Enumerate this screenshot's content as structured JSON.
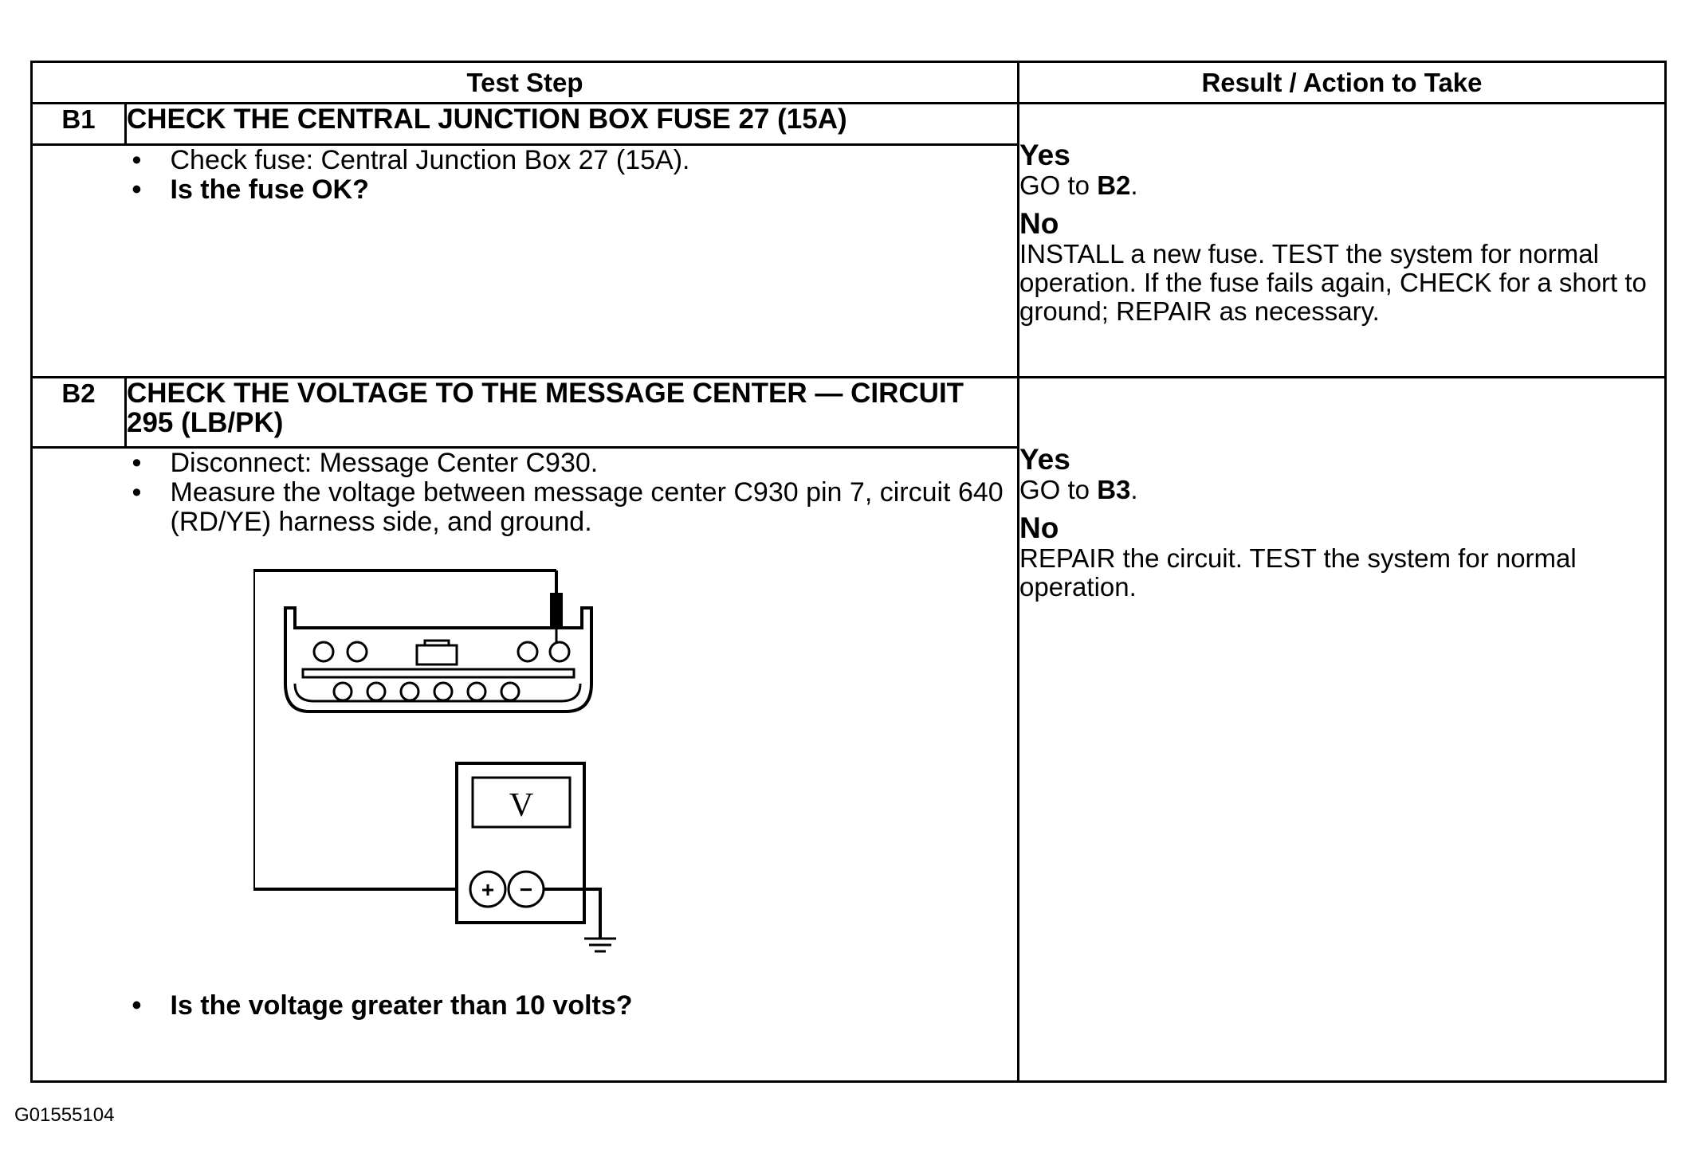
{
  "header": {
    "test_step": "Test Step",
    "result_action": "Result / Action to Take"
  },
  "steps": [
    {
      "id": "B1",
      "title": "CHECK THE CENTRAL JUNCTION BOX FUSE 27 (15A)",
      "bullets": [
        {
          "bullet": "•",
          "text": "Check fuse: Central Junction Box 27 (15A)."
        },
        {
          "bullet": "•",
          "text": "Is the fuse OK?"
        }
      ],
      "yes": {
        "label": "Yes",
        "action_prefix": "GO to",
        "action_target": "B2",
        "action_suffix": "."
      },
      "no": {
        "label": "No",
        "action": "INSTALL a new fuse. TEST the system for normal operation. If the fuse fails again, CHECK for a short to ground; REPAIR as necessary."
      }
    },
    {
      "id": "B2",
      "title": "CHECK THE VOLTAGE TO THE MESSAGE CENTER — CIRCUIT 295 (LB/PK)",
      "bullets": [
        {
          "bullet": "•",
          "text": "Disconnect: Message Center C930."
        },
        {
          "bullet": "•",
          "text": "Measure the voltage between message center C930 pin 7, circuit 640 (RD/YE) harness side, and ground."
        },
        {
          "bullet": "•",
          "text": "Is the voltage greater than 10 volts?"
        }
      ],
      "yes": {
        "label": "Yes",
        "action_prefix": "GO to",
        "action_target": "B3",
        "action_suffix": "."
      },
      "no": {
        "label": "No",
        "action": "REPAIR the circuit. TEST the system for normal operation."
      }
    }
  ],
  "diagram": {
    "meter_symbol": "V",
    "plus_symbol": "+",
    "minus_symbol": "−"
  },
  "figure_id": "G01555104"
}
